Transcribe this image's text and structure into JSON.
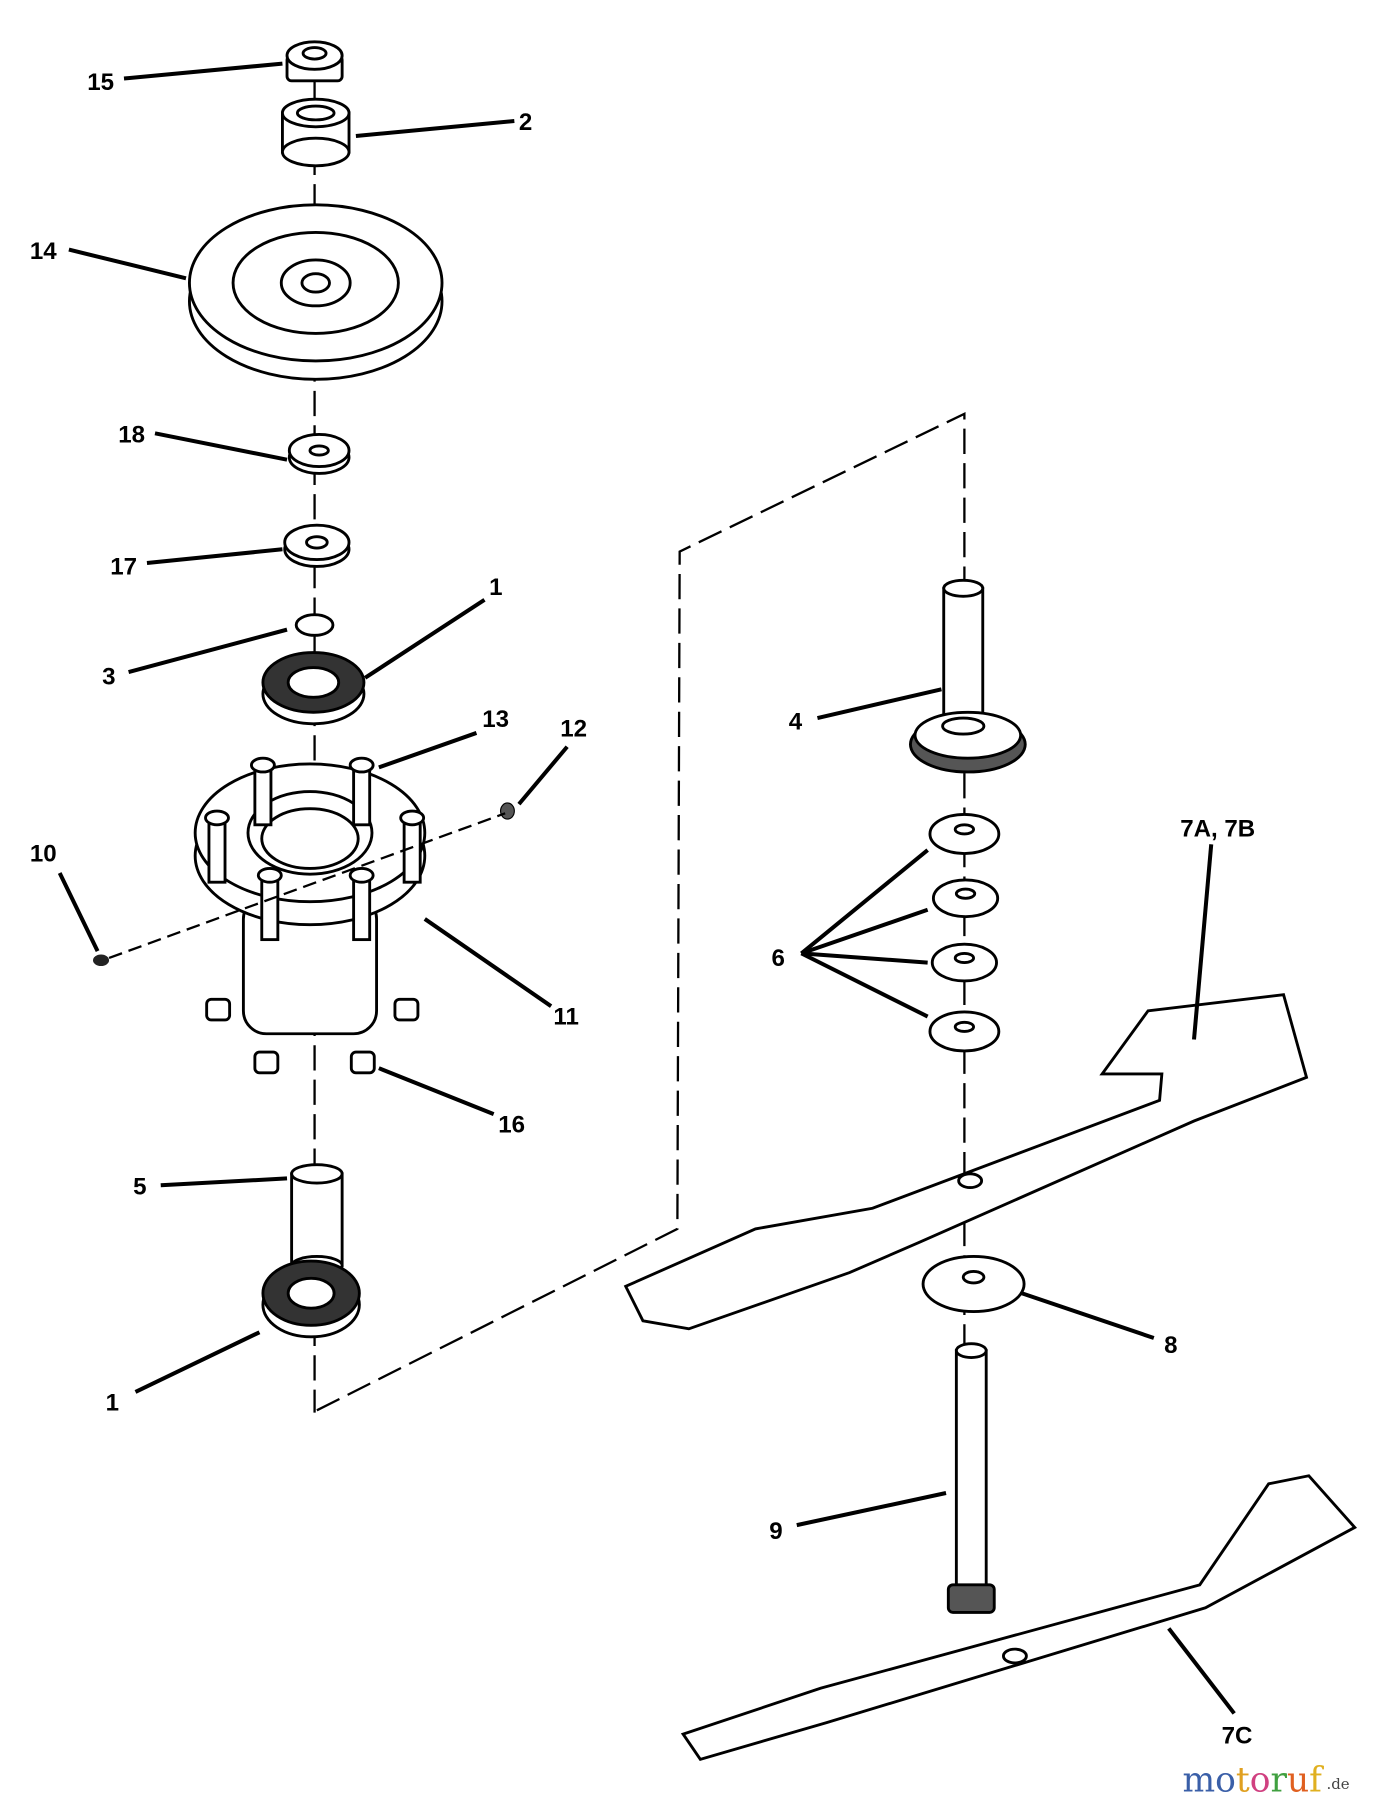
{
  "title": "Mower spindle assembly – exploded parts diagram",
  "callouts": {
    "c15": "15",
    "c2": "2",
    "c14": "14",
    "c18": "18",
    "c17": "17",
    "c1a": "1",
    "c3": "3",
    "c13": "13",
    "c12": "12",
    "c10": "10",
    "c11": "11",
    "c16": "16",
    "c5": "5",
    "c1b": "1",
    "c4": "4",
    "c6": "6",
    "c7ab": "7A, 7B",
    "c8": "8",
    "c9": "9",
    "c7c": "7C"
  },
  "watermark": {
    "letters": [
      "m",
      "o",
      "t",
      "o",
      "r",
      "u",
      "f"
    ],
    "suffix": ".de",
    "colors": [
      "#3a5fa8",
      "#3a5fa8",
      "#e0a020",
      "#d04080",
      "#40a040",
      "#e06020",
      "#e0b020"
    ]
  }
}
